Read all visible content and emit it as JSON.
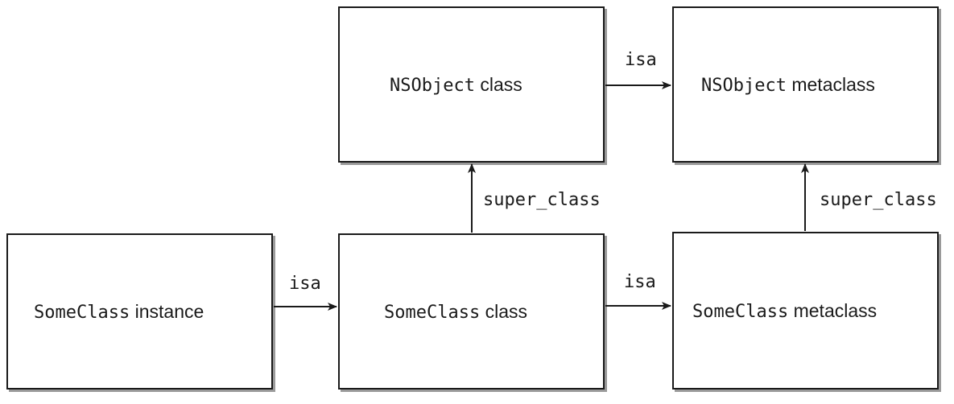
{
  "nodes": {
    "nsobject_class": {
      "code": "NSObject",
      "text": " class"
    },
    "nsobject_metaclass": {
      "code": "NSObject",
      "text": " metaclass"
    },
    "someclass_instance": {
      "code": "SomeClass",
      "text": " instance"
    },
    "someclass_class": {
      "code": "SomeClass",
      "text": " class"
    },
    "someclass_metaclass": {
      "code": "SomeClass",
      "text": " metaclass"
    }
  },
  "edges": {
    "instance_to_class": "isa",
    "class_to_metaclass": "isa",
    "nsclass_to_nsmetaclass": "isa",
    "class_super": "super_class",
    "metaclass_super": "super_class"
  },
  "colors": {
    "stroke": "#1a1a1a",
    "shadow": "#9a9a9a",
    "background": "#ffffff"
  }
}
